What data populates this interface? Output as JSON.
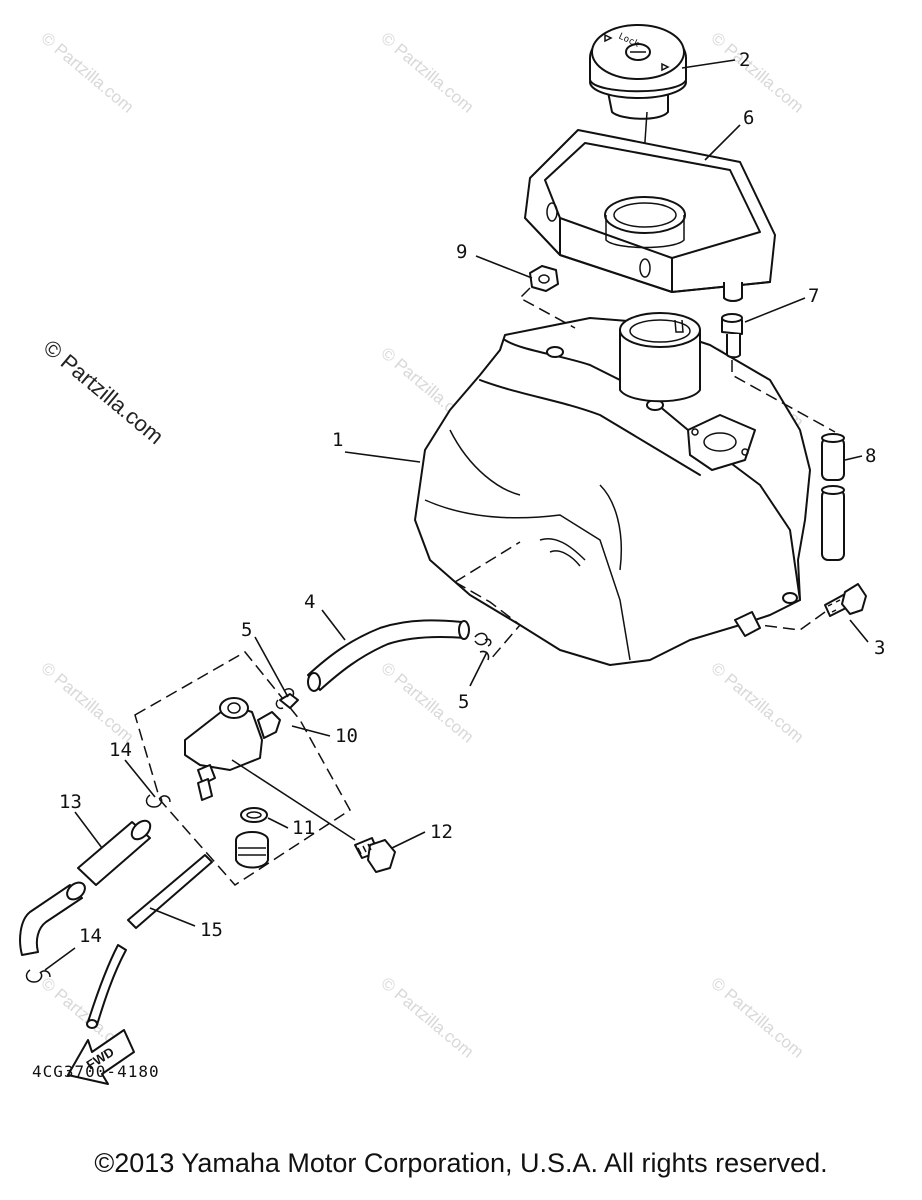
{
  "watermark": "© Partzilla.com",
  "parts": {
    "p1": "1",
    "p2": "2",
    "p3": "3",
    "p4": "4",
    "p5a": "5",
    "p5b": "5",
    "p6": "6",
    "p7": "7",
    "p8": "8",
    "p9": "9",
    "p10": "10",
    "p11": "11",
    "p12": "12",
    "p13": "13",
    "p14a": "14",
    "p14b": "14",
    "p15": "15"
  },
  "cap_lettering": "Lock",
  "fwd_arrow_label": "FWD",
  "diagram_code": "4CG3700-4180",
  "copyright": "©2013 Yamaha Motor Corporation, U.S.A. All rights reserved."
}
